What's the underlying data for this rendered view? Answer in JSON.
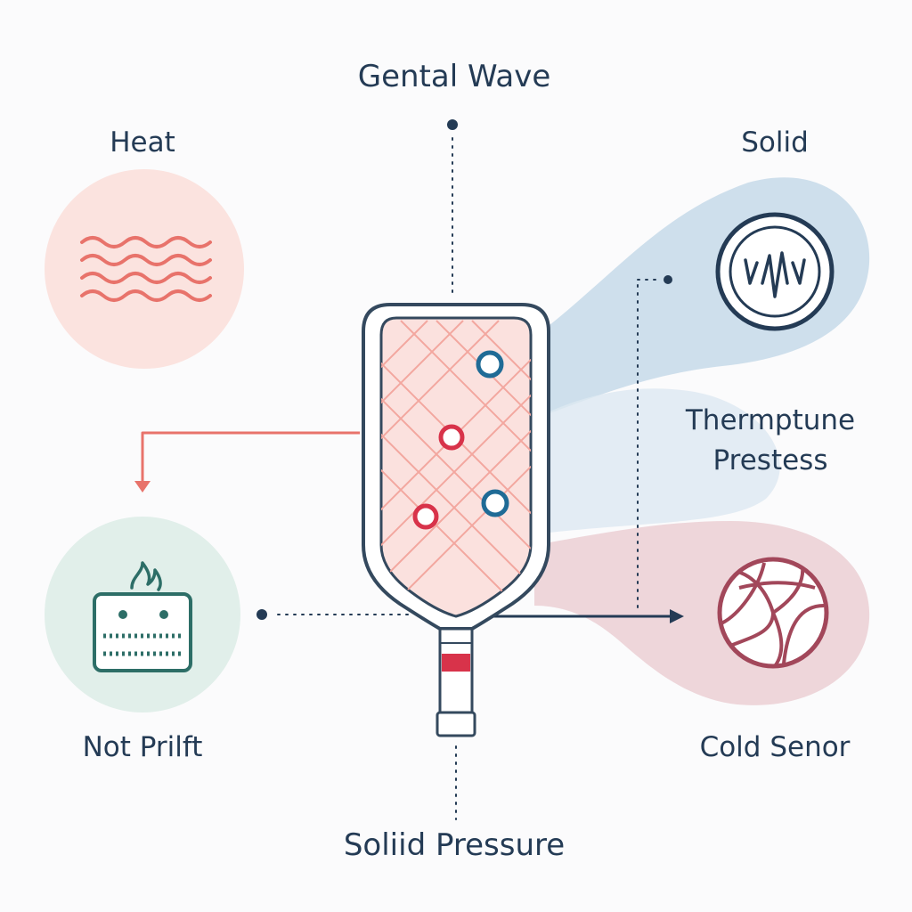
{
  "labels": {
    "top": "Gental Wave",
    "heat": "Heat",
    "solid": "Solid",
    "thermptune_line1": "Thermptune",
    "thermptune_line2": "Prestess",
    "not_prilft": "Not Prilft",
    "cold_senor": "Cold Senor",
    "bottom": "Soliid Pressure"
  },
  "icons": {
    "heat": "heat-waves-icon",
    "solid": "sound-wave-icon",
    "not_prilft": "heater-panel-icon",
    "cold_senor": "volleyball-icon",
    "center": "pickleball-paddle-icon"
  },
  "colors": {
    "ink": "#243b55",
    "heat_bg": "#fbe3df",
    "heat_stroke": "#e8736b",
    "solid_bg": "#c9dcea",
    "mint_bg": "#e1efea",
    "mint_stroke": "#2d6e67",
    "rose_bg": "#ecd2d6",
    "rose_stroke": "#a2475a",
    "paddle_face": "#fbe1de",
    "paddle_outline": "#34495e",
    "accent_red": "#d8334a",
    "accent_blue": "#1f6b96"
  }
}
